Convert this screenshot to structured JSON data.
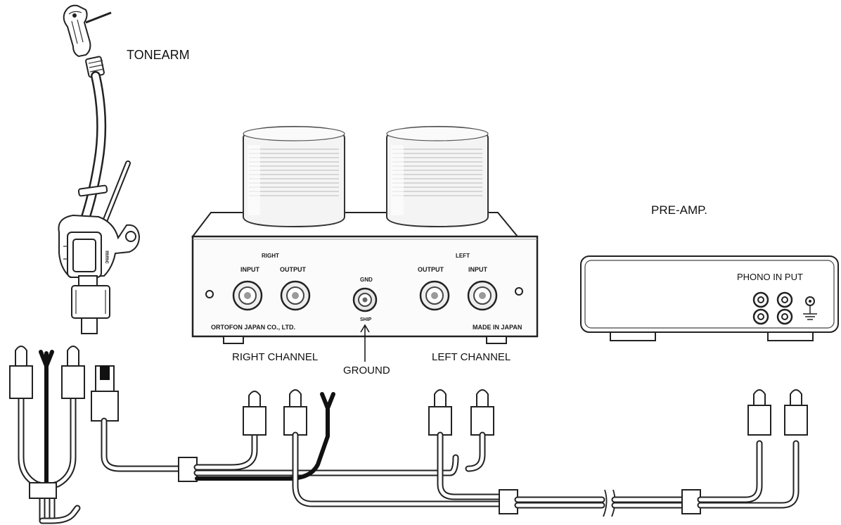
{
  "labels": {
    "tonearm": "TONEARM",
    "pre_amp": "PRE-AMP.",
    "phono_input": "PHONO IN PUT",
    "right_channel": "RIGHT CHANNEL",
    "left_channel": "LEFT CHANNEL",
    "ground": "GROUND"
  },
  "transformer_panel": {
    "right": "RIGHT",
    "left": "LEFT",
    "input_right": "INPUT",
    "output_right": "OUTPUT",
    "output_left": "OUTPUT",
    "input_left": "INPUT",
    "gnd": "GND",
    "gnd_sub": "SHIP",
    "maker": "ORTOFON JAPAN CO., LTD.",
    "origin": "MADE IN JAPAN"
  },
  "tonearm_head": {
    "brand": "mmc"
  }
}
